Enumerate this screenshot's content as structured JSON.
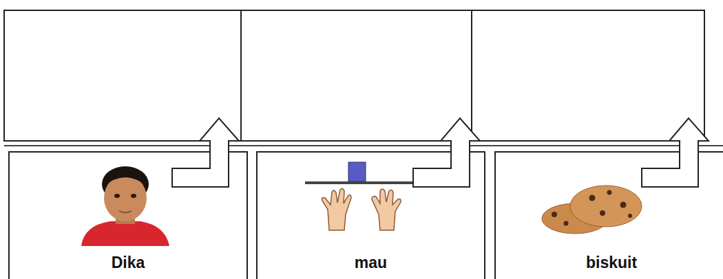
{
  "diagram": {
    "nodes": [
      {
        "text": [
          "Dika"
        ]
      },
      {
        "text": [
          "mau"
        ]
      },
      {
        "text": [
          "biskuit"
        ]
      }
    ]
  }
}
